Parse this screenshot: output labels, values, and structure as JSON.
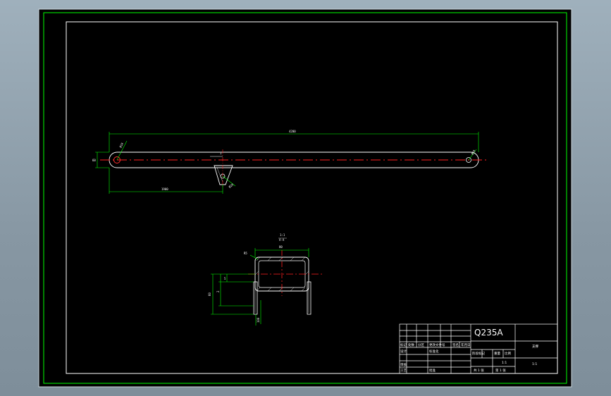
{
  "drawing": {
    "background_color": "#000000",
    "frame_color": "#00ff00",
    "geometry_color": "#ffffff",
    "centerline_color": "#ff2020",
    "dimension_color": "#00ff00"
  },
  "dimensions": {
    "overall_length": "4200",
    "hole_offset": "1900",
    "beam_height": "60",
    "hole_dia_left": "Ø18",
    "hole_dia_right": "Ø18",
    "lug_dia": "Ø20",
    "lug_tag": "1",
    "section_top": "80",
    "section_top_tag_1": "1:1",
    "section_top_tag_2": "A-A",
    "section_chamfer": "R5",
    "section_height": "60",
    "section_small_1": "5",
    "section_small_2": "2",
    "lug_height": "100"
  },
  "title_block": {
    "material": "Q235A",
    "part_name": "支撑",
    "drawing_no": "1:1",
    "rows": [
      [
        "标记",
        "处数",
        "分区",
        "更改文件号",
        "签名",
        "年月日"
      ],
      [
        "设计",
        "",
        "",
        "标准化",
        "",
        ""
      ],
      [
        "审核",
        "",
        "",
        "",
        "",
        ""
      ],
      [
        "工艺",
        "",
        "",
        "批准",
        "",
        ""
      ]
    ],
    "stage_label": "阶段标记",
    "weight_label": "重量",
    "scale_label": "比例",
    "scale_value": "1:1",
    "sheet_label": "共 1 张",
    "sheet_no": "第 1 张"
  }
}
